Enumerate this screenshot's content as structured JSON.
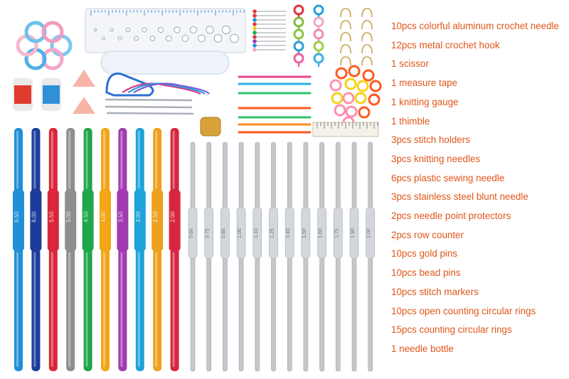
{
  "accent_color": "#e0561a",
  "items": [
    "10pcs colorful aluminum crochet needle",
    "12pcs metal crochet hook",
    "1 scissor",
    "1 measure tape",
    "1  knitting gauge",
    "1  thimble",
    "3pcs stitch holders",
    "3pcs knitting needles",
    "6pcs plastic sewing needle",
    "3pcs stainless steel blunt needle",
    "2pcs needle point protectors",
    "2pcs row counter",
    "10pcs gold pins",
    "10pcs bead pins",
    "10pcs stitch markers",
    "10pcs open counting circular rings",
    "15pcs counting circular rings",
    "1 needle bottle"
  ],
  "aluminum_hooks": [
    {
      "color": "#1f8fd8",
      "size": "6.50"
    },
    {
      "color": "#1b3c9a",
      "size": "6.00"
    },
    {
      "color": "#d9263a",
      "size": "5.50"
    },
    {
      "color": "#8e8e8e",
      "size": "5.00"
    },
    {
      "color": "#1fa64a",
      "size": "4.50"
    },
    {
      "color": "#f2a516",
      "size": "4.00"
    },
    {
      "color": "#a03bb0",
      "size": "3.50"
    },
    {
      "color": "#1fa3d8",
      "size": "3.00"
    },
    {
      "color": "#f0a01f",
      "size": "2.50"
    },
    {
      "color": "#d8263f",
      "size": "2.00"
    }
  ],
  "steel_hooks": [
    "0.60",
    "0.75",
    "0.85",
    "1.00",
    "1.10",
    "1.25",
    "1.40",
    "1.50",
    "1.60",
    "1.75",
    "1.90",
    "2.00"
  ],
  "ring_colors": [
    "#ff8fb0",
    "#f7d21a",
    "#ff5a1f"
  ]
}
